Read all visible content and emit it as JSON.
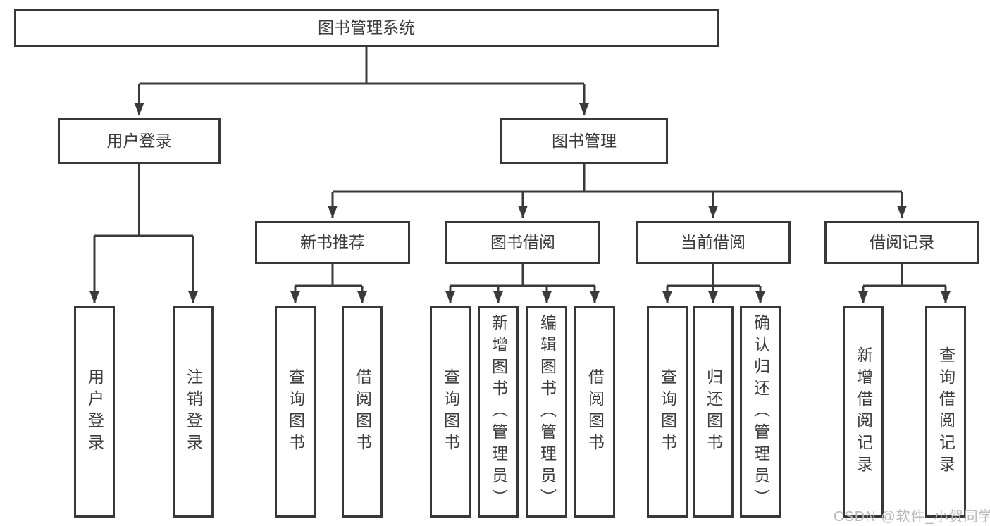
{
  "tree": {
    "root": {
      "label": "图书管理系统",
      "children": [
        {
          "label": "用户登录",
          "children": [
            {
              "label": "用户登录"
            },
            {
              "label": "注销登录"
            }
          ]
        },
        {
          "label": "图书管理",
          "children": [
            {
              "label": "新书推荐",
              "children": [
                {
                  "label": "查询图书"
                },
                {
                  "label": "借阅图书"
                }
              ]
            },
            {
              "label": "图书借阅",
              "children": [
                {
                  "label": "查询图书"
                },
                {
                  "label": "新增图书（管理员）"
                },
                {
                  "label": "编辑图书（管理员）"
                },
                {
                  "label": "借阅图书"
                }
              ]
            },
            {
              "label": "当前借阅",
              "children": [
                {
                  "label": "查询图书"
                },
                {
                  "label": "归还图书"
                },
                {
                  "label": "确认归还（管理员）"
                }
              ]
            },
            {
              "label": "借阅记录",
              "children": [
                {
                  "label": "新增借阅记录"
                },
                {
                  "label": "查询借阅记录"
                }
              ]
            }
          ]
        }
      ]
    }
  },
  "watermark": {
    "text": "CSDN @软件_小贺同学",
    "color": "#b5b9bd"
  },
  "colors": {
    "line": "#3a3a3a",
    "box_border": "#383838",
    "text": "#3d3d3d",
    "background": "#ffffff"
  }
}
